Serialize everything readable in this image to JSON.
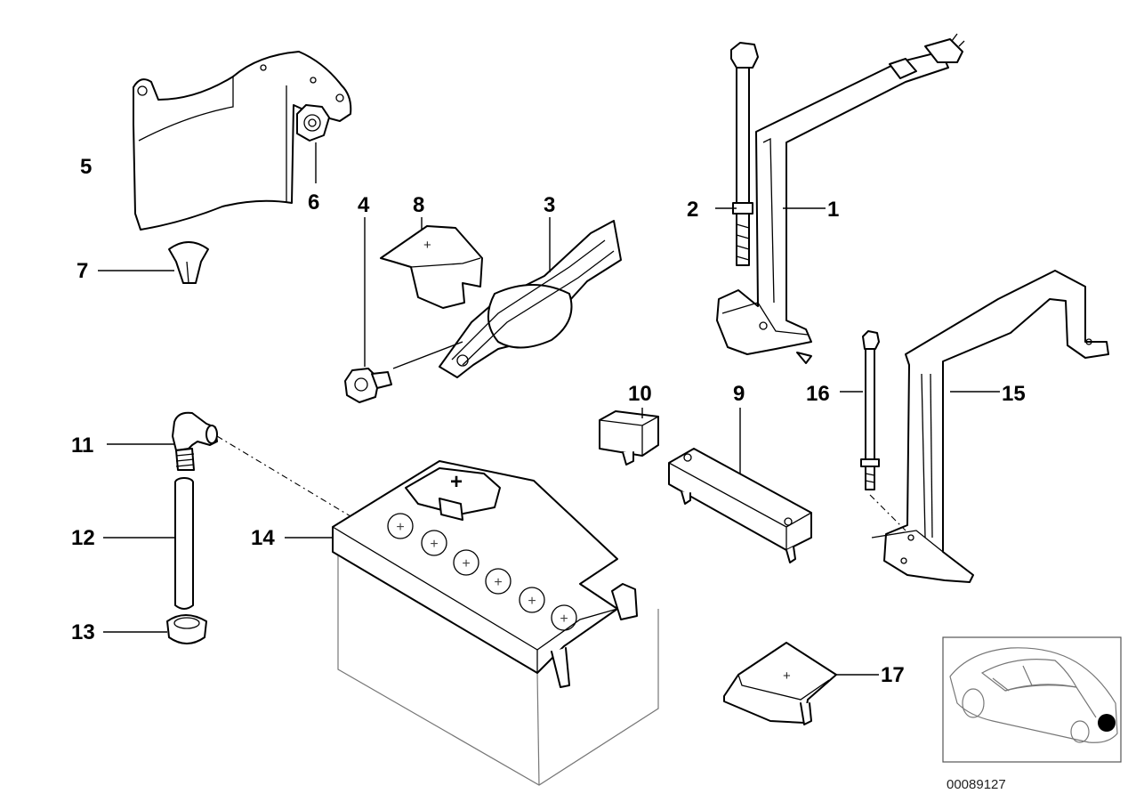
{
  "callouts": [
    "1",
    "2",
    "3",
    "4",
    "5",
    "6",
    "7",
    "8",
    "9",
    "10",
    "11",
    "12",
    "13",
    "14",
    "15",
    "16",
    "17"
  ],
  "reference_number": "00089127",
  "battery_cell_symbol": "+"
}
